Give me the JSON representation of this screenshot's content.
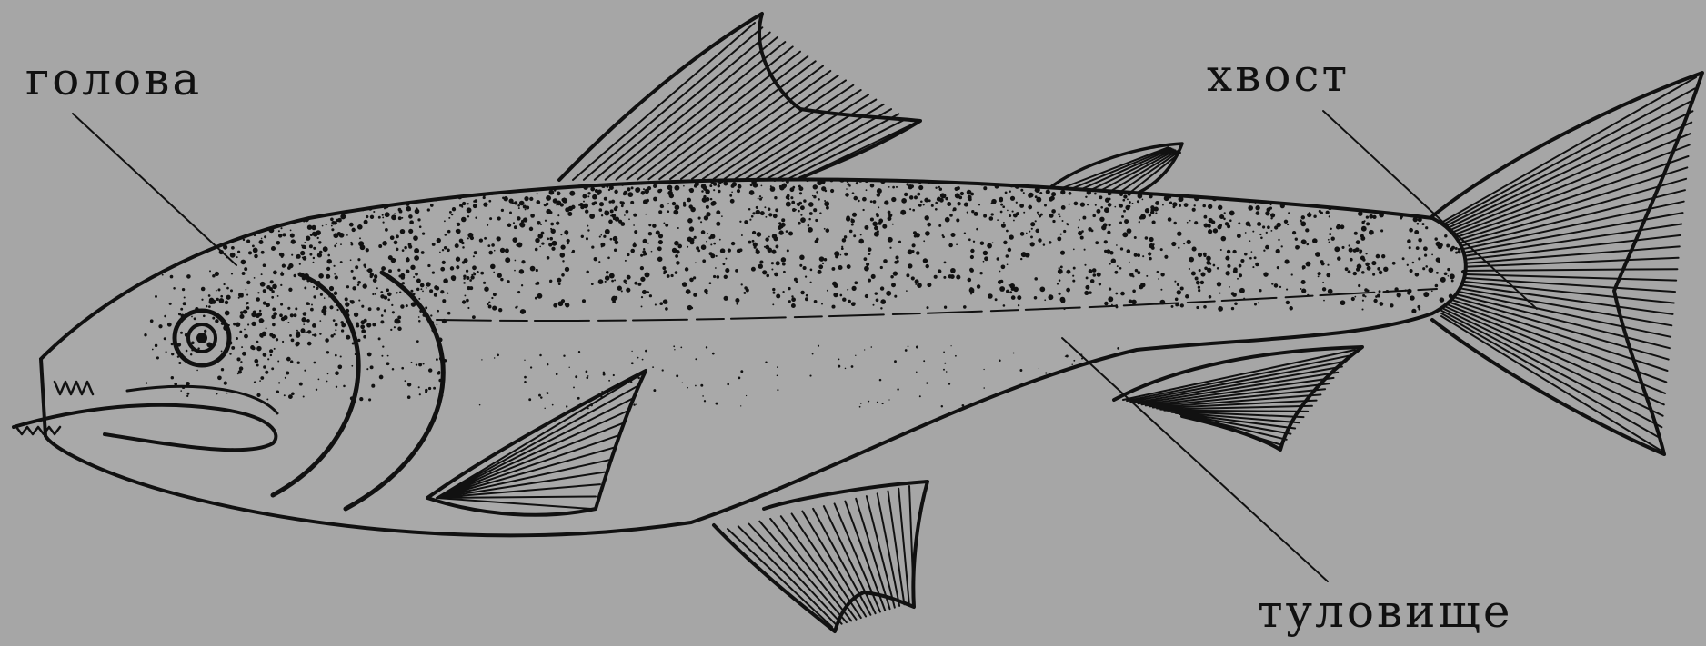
{
  "labels": {
    "head": "голова",
    "tail": "хвост",
    "body": "туловище"
  },
  "colors": {
    "background": "#a6a6a6",
    "ink": "#111111"
  }
}
